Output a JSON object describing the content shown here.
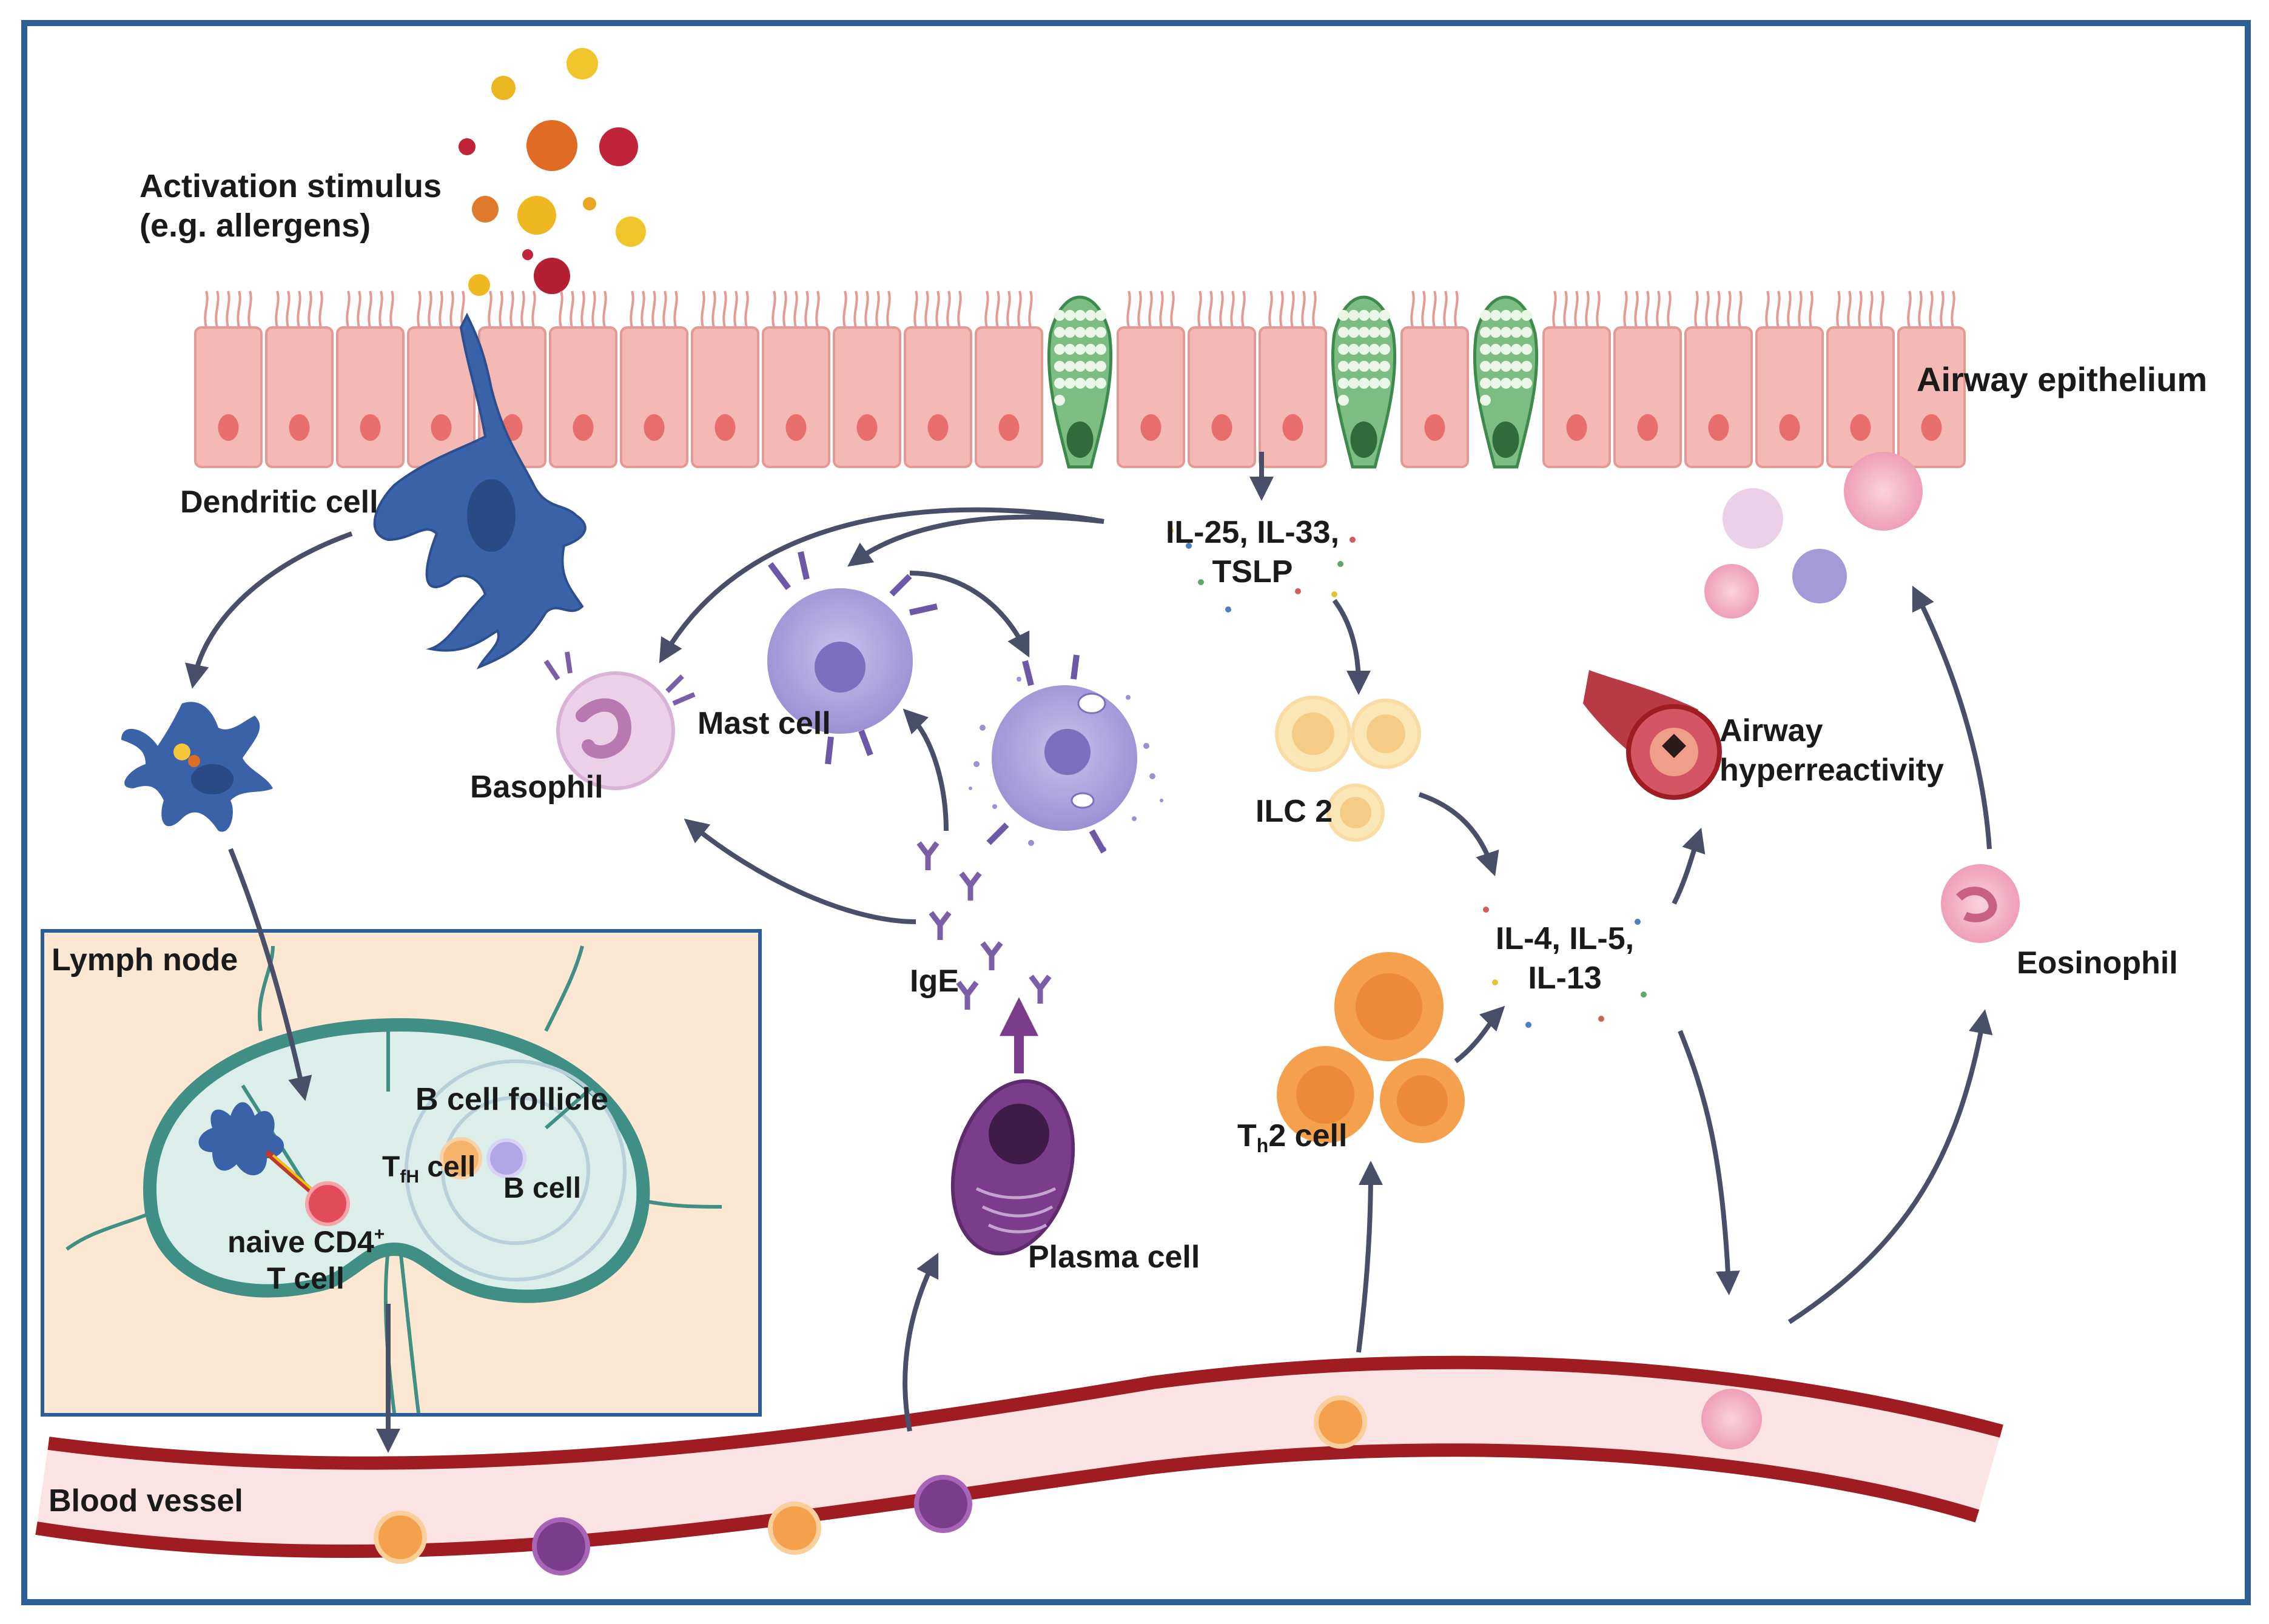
{
  "labels": {
    "activation_line1": "Activation stimulus",
    "activation_line2": "(e.g. allergens)",
    "airway_epithelium": "Airway epithelium",
    "dendritic_cell": "Dendritic cell",
    "cytokines_line1": "IL-25, IL-33,",
    "cytokines_line2": "TSLP",
    "mast_cell": "Mast cell",
    "basophil": "Basophil",
    "ilc2": "ILC 2",
    "airway_hyper_line1": "Airway",
    "airway_hyper_line2": "hyperreactivity",
    "il_line1": "IL-4, IL-5,",
    "il_line2": "IL-13",
    "eosinophil": "Eosinophil",
    "lymph_node": "Lymph node",
    "b_cell_follicle": "B cell follicle",
    "tfh_t": "T",
    "tfh_sub": "fH",
    "tfh_rest": " cell",
    "b_cell": "B cell",
    "naive_line1": "naive CD4",
    "naive_sup": "+",
    "naive_line2": "T cell",
    "ige": "IgE",
    "th2_t": "T",
    "th2_sub": "h",
    "th2_rest": "2 cell",
    "plasma_cell": "Plasma cell",
    "blood_vessel": "Blood vessel"
  },
  "colors": {
    "frame": "#2c5f97",
    "epithelium": "#f4b9b4",
    "goblet": "#5aa86a",
    "dendritic": "#3a62a8",
    "mast": "#a59ad8",
    "basophil": "#e8c6e4",
    "ilc2": "#f8dca3",
    "th2": "#f5a04c",
    "plasma": "#7b3c8c",
    "eosinophil": "#f2a8c0",
    "vessel": "#9e1c22",
    "lymph_bg": "#fbe7d2",
    "arrow": "#4a4f69"
  }
}
